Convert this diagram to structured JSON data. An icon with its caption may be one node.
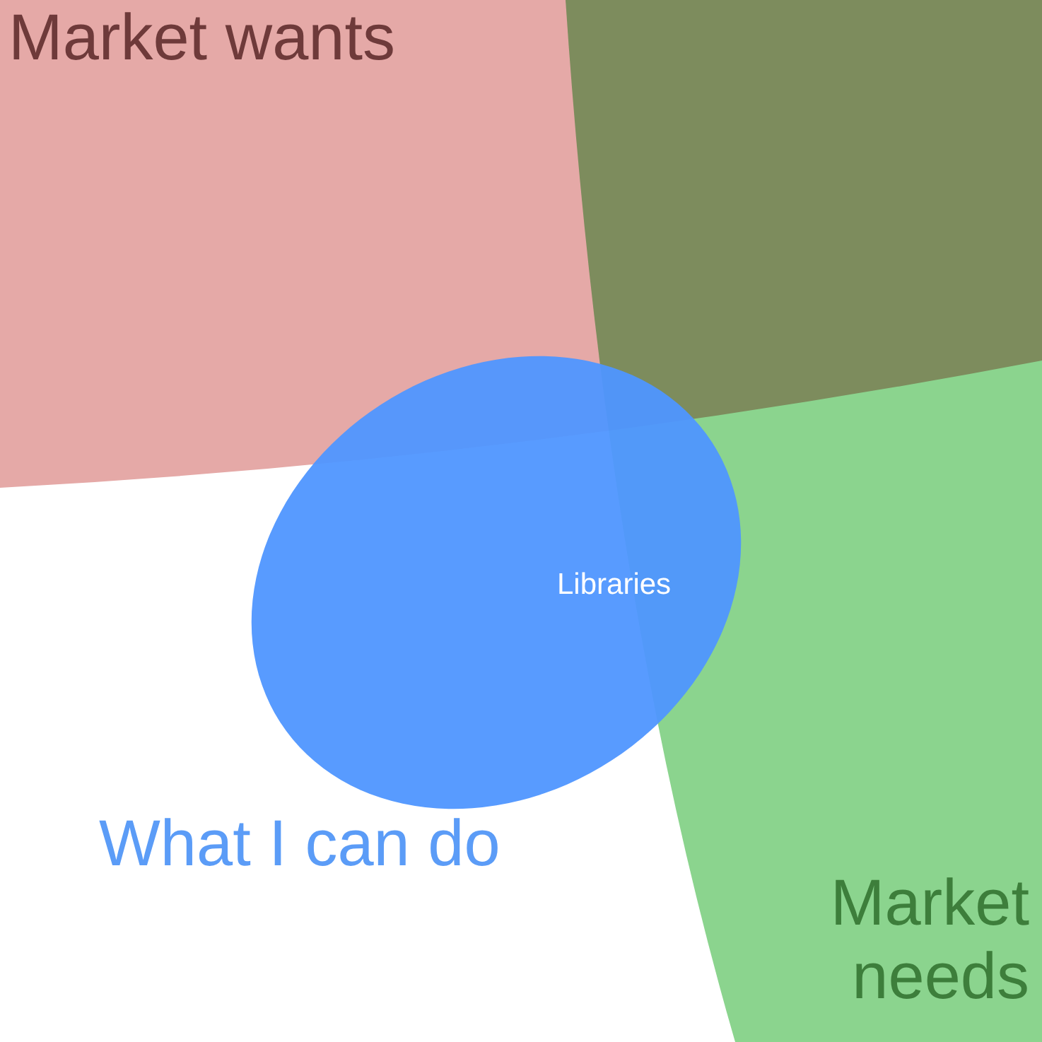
{
  "diagram": {
    "nodes": [
      {
        "text": [
          "Market wants"
        ]
      },
      {
        "text": [
          "Market needs"
        ]
      },
      {
        "text": [
          "What I can do"
        ]
      }
    ],
    "edges": [],
    "labels": [
      "Libraries"
    ]
  }
}
